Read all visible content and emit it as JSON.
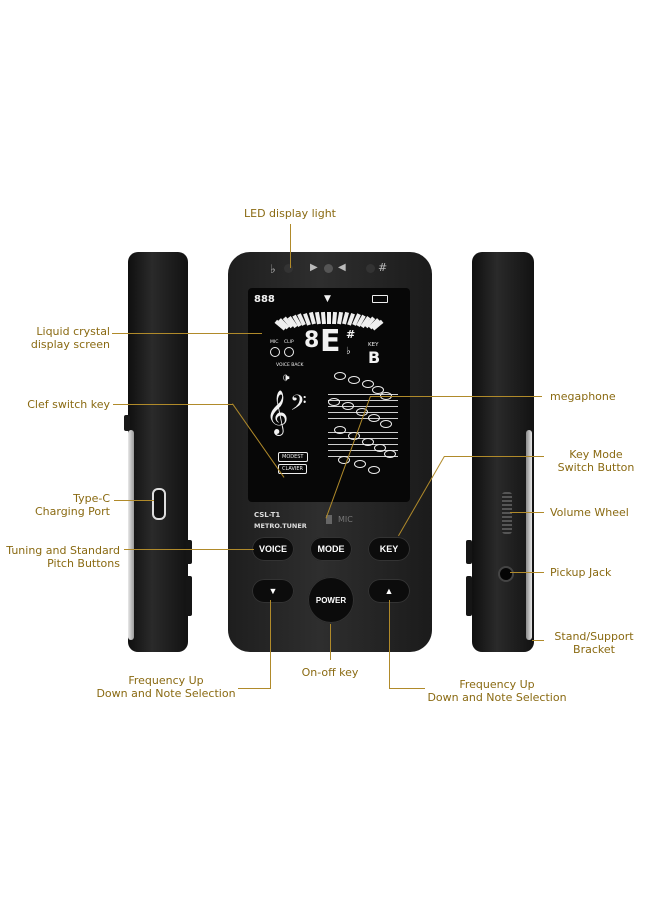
{
  "device": {
    "model": "CSL-T1",
    "subtitle": "METRO.TUNER",
    "mic_mark": "MIC",
    "buttons": {
      "voice": "VOICE",
      "mode": "MODE",
      "key": "KEY",
      "power": "POWER"
    }
  },
  "lcd": {
    "top_left_digits": "888",
    "big_digit": "8",
    "note_letter": "E",
    "sharp": "#",
    "flat": "♭",
    "key_label": "KEY",
    "key_letter": "B",
    "mic": "MIC",
    "clip": "CLIP",
    "voice_back": "VOICE BACK",
    "modest": "MODEST",
    "clavier": "CLAVIER",
    "treble_clef": "𝄞",
    "bass_clef": "𝄢"
  },
  "callouts": {
    "led": "LED display light",
    "lcd": [
      "Liquid crystal",
      "display screen"
    ],
    "clef": "Clef switch key",
    "typec": [
      "Type-C",
      "Charging Port"
    ],
    "tuning": [
      "Tuning and Standard",
      "Pitch Buttons"
    ],
    "freq_left": [
      "Frequency Up",
      "Down and Note Selection"
    ],
    "onoff": "On-off key",
    "freq_right": [
      "Frequency Up",
      "Down and Note Selection"
    ],
    "megaphone": "megaphone",
    "keymode": [
      "Key Mode",
      "Switch Button"
    ],
    "volume": "Volume Wheel",
    "pickup": "Pickup Jack",
    "stand": [
      "Stand/Support",
      "Bracket"
    ]
  }
}
